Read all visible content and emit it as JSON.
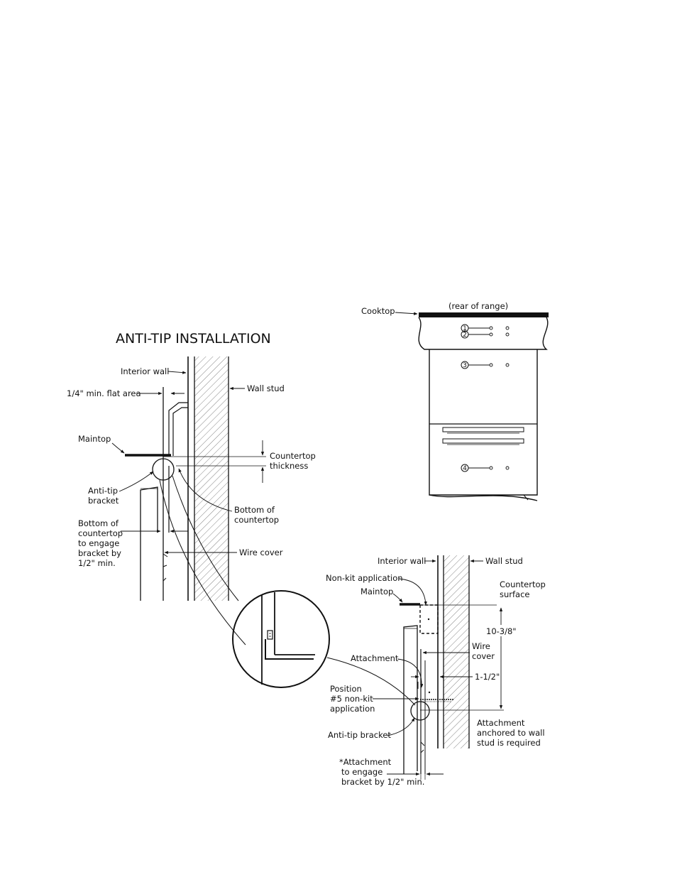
{
  "title": "ANTI-TIP INSTALLATION",
  "left_diagram": {
    "interior_wall": "Interior wall",
    "flat_area": "1/4\" min. flat area",
    "wall_stud": "Wall stud",
    "maintop": "Maintop",
    "countertop_thickness": [
      "Countertop",
      "thickness"
    ],
    "anti_tip_bracket": [
      "Anti-tip",
      "bracket"
    ],
    "bottom_of_countertop": [
      "Bottom of",
      "countertop"
    ],
    "engage_note": [
      "Bottom of",
      "countertop",
      "to engage",
      "bracket by",
      "1/2\" min."
    ],
    "wire_cover": "Wire cover"
  },
  "rear_view": {
    "cooktop": "Cooktop",
    "rear_of_range": "(rear of range)",
    "positions": [
      "1",
      "2",
      "3",
      "4"
    ]
  },
  "right_diagram": {
    "interior_wall": "Interior wall",
    "wall_stud": "Wall stud",
    "non_kit": "Non-kit application",
    "maintop": "Maintop",
    "countertop_surface": [
      "Countertop",
      "surface"
    ],
    "dim_height": "10-3/8\"",
    "wire_cover": [
      "Wire",
      "cover"
    ],
    "attachment": "Attachment",
    "dim_offset": "1-1/2\"",
    "position5": [
      "Position",
      "#5 non-kit",
      "application"
    ],
    "anti_tip_bracket": "Anti-tip bracket",
    "anchored_note": [
      "Attachment",
      "anchored to wall",
      "stud is required"
    ],
    "engage_note": [
      "*Attachment",
      "to engage",
      "bracket by 1/2\" min."
    ]
  }
}
